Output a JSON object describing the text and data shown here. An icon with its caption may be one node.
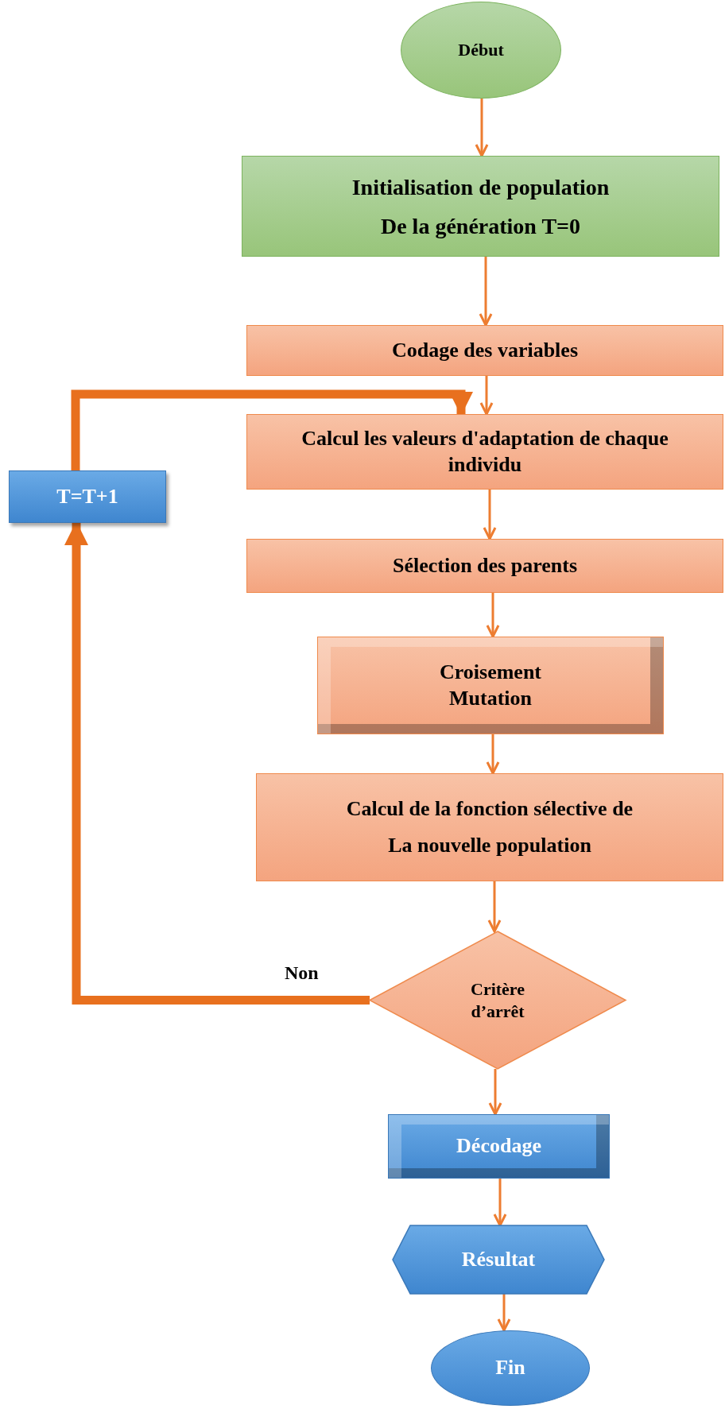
{
  "diagram": {
    "nodes": [
      {
        "text": [
          "Début"
        ]
      },
      {
        "text": [
          "Initialisation de population",
          "De la génération T=0"
        ]
      },
      {
        "text": [
          "Codage des variables"
        ]
      },
      {
        "text": [
          "Calcul les valeurs d'adaptation de chaque individu"
        ]
      },
      {
        "text": [
          "T=T+1"
        ]
      },
      {
        "text": [
          "Sélection des parents"
        ]
      },
      {
        "text": [
          "Croisement",
          "Mutation"
        ]
      },
      {
        "text": [
          "Calcul de la fonction sélective de",
          "La nouvelle population"
        ]
      },
      {
        "text": [
          "Critère d’arrêt"
        ]
      },
      {
        "text": [
          "Décodage"
        ]
      },
      {
        "text": [
          "Résultat"
        ]
      },
      {
        "text": [
          "Fin"
        ]
      }
    ],
    "edges": [
      {
        "from": 0,
        "to": 1,
        "arrow": "to"
      },
      {
        "from": 1,
        "to": 2,
        "arrow": "to"
      },
      {
        "from": 2,
        "to": 3,
        "arrow": "to"
      },
      {
        "from": 3,
        "to": 5,
        "arrow": "to"
      },
      {
        "from": 5,
        "to": 6,
        "arrow": "to"
      },
      {
        "from": 6,
        "to": 7,
        "arrow": "to"
      },
      {
        "from": 7,
        "to": 8,
        "arrow": "to"
      },
      {
        "from": 8,
        "to": 4,
        "arrow": "to",
        "label": "Non",
        "style": "thick",
        "color": "#e8701e"
      },
      {
        "from": 4,
        "to": 3,
        "arrow": "to",
        "style": "thick",
        "color": "#e8701e"
      },
      {
        "from": 8,
        "to": 9,
        "arrow": "to"
      },
      {
        "from": 9,
        "to": 10,
        "arrow": "to"
      },
      {
        "from": 10,
        "to": 11,
        "arrow": "to"
      }
    ]
  }
}
